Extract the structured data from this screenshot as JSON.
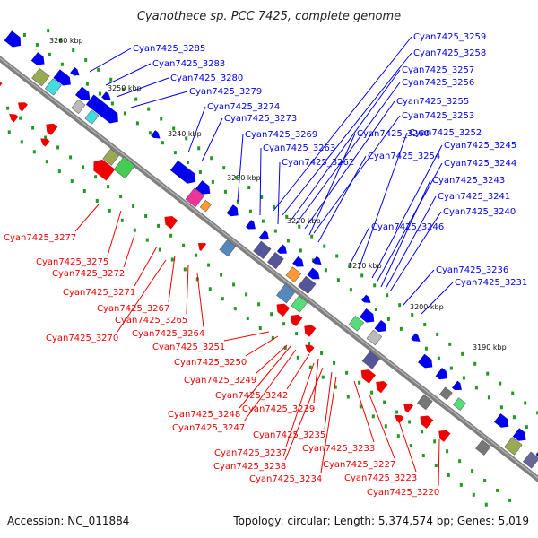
{
  "title": "Cyanothece sp. PCC 7425, complete genome",
  "footer": {
    "accession": "Accession: NC_011884",
    "summary": "Topology: circular; Length: 5,374,574 bp; Genes: 5,019"
  },
  "colors": {
    "forward": "#0000ee",
    "reverse": "#ee0000",
    "backbone": "#808080",
    "ticks": "#229922"
  },
  "kbp_labels": [
    "3260 kbp",
    "3250 kbp",
    "3240 kbp",
    "3230 kbp",
    "3220 kbp",
    "3210 kbp",
    "3200 kbp",
    "3190 kbp"
  ],
  "forward_genes": [
    "Cyan7425_3285",
    "Cyan7425_3283",
    "Cyan7425_3280",
    "Cyan7425_3279",
    "Cyan7425_3274",
    "Cyan7425_3273",
    "Cyan7425_3269",
    "Cyan7425_3263",
    "Cyan7425_3262",
    "Cyan7425_3259",
    "Cyan7425_3258",
    "Cyan7425_3257",
    "Cyan7425_3256",
    "Cyan7425_3255",
    "Cyan7425_3253",
    "Cyan7425_3260",
    "Cyan7425_3252",
    "Cyan7425_3254",
    "Cyan7425_3245",
    "Cyan7425_3244",
    "Cyan7425_3243",
    "Cyan7425_3241",
    "Cyan7425_3240",
    "Cyan7425_3246",
    "Cyan7425_3236",
    "Cyan7425_3231"
  ],
  "reverse_genes": [
    "Cyan7425_3277",
    "Cyan7425_3275",
    "Cyan7425_3272",
    "Cyan7425_3271",
    "Cyan7425_3267",
    "Cyan7425_3265",
    "Cyan7425_3264",
    "Cyan7425_3270",
    "Cyan7425_3251",
    "Cyan7425_3250",
    "Cyan7425_3249",
    "Cyan7425_3242",
    "Cyan7425_3239",
    "Cyan7425_3248",
    "Cyan7425_3247",
    "Cyan7425_3235",
    "Cyan7425_3233",
    "Cyan7425_3237",
    "Cyan7425_3227",
    "Cyan7425_3238",
    "Cyan7425_3223",
    "Cyan7425_3234",
    "Cyan7425_3220"
  ]
}
